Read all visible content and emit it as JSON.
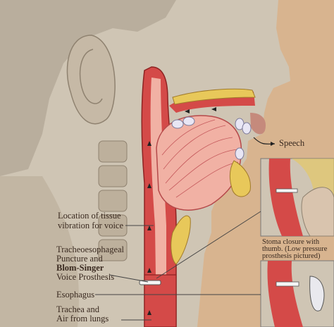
{
  "labels": {
    "speech": "Speech",
    "tissue_vibration_1": "Location of tissue",
    "tissue_vibration_2": "vibration for voice",
    "puncture_1": "Tracheoesophageal",
    "puncture_2": "Puncture and",
    "puncture_3": "Blom-Singer",
    "puncture_4": "Voice Prosthesis",
    "esophagus": "Esophagus",
    "trachea_1": "Trachea and",
    "trachea_2": "Air from lungs",
    "stoma_1": "Stoma closure with",
    "stoma_2": "thumb. (Low pressure",
    "stoma_3": "prosthesis pictured)"
  },
  "colors": {
    "background": "#d8b48f",
    "skin": "#cfc5b4",
    "tissue_red": "#d44a48",
    "tissue_pink": "#f1b1a4",
    "bone_yellow": "#e8c85a",
    "label_text": "#3a2a20"
  }
}
